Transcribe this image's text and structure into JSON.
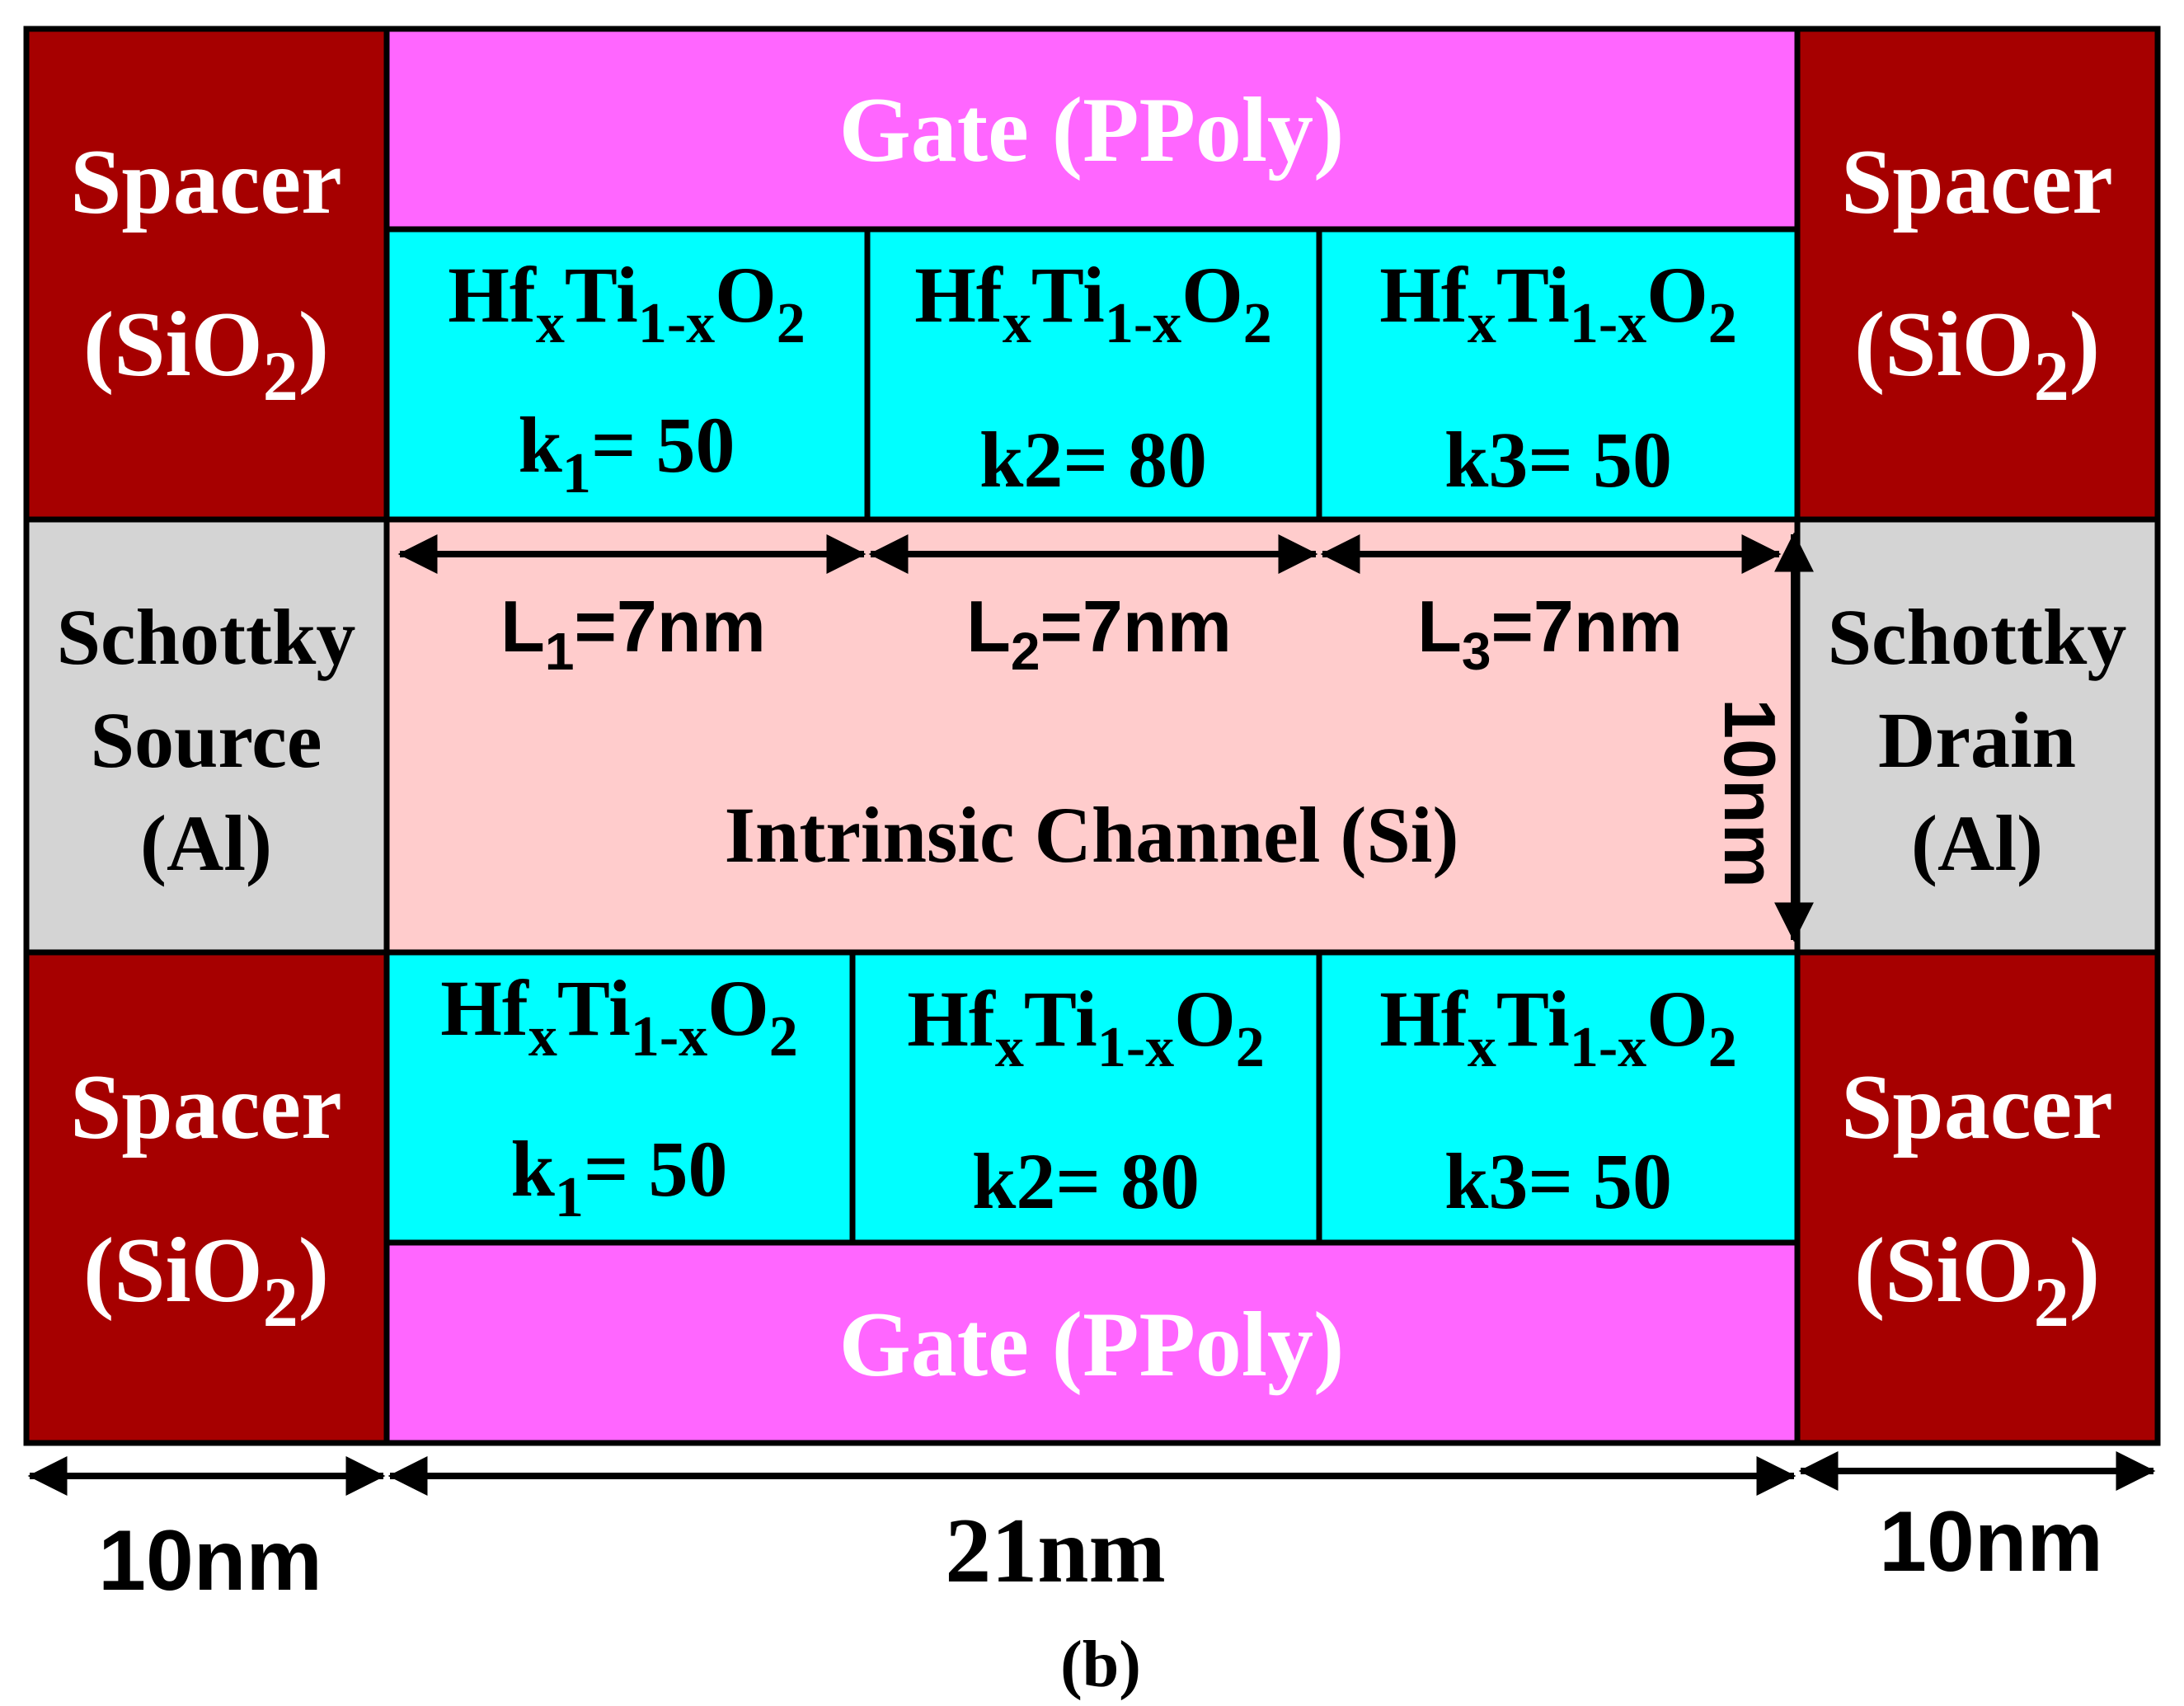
{
  "colors": {
    "spacer": "#a60000",
    "gate": "#ff66ff",
    "dielectric": "#00ffff",
    "channel": "#ffcccc",
    "contact": "#d4d4d4",
    "outline": "#000000",
    "light_text": "#ffffff",
    "dark_text": "#000000"
  },
  "spacers": [
    {
      "line1": "Spacer",
      "line2": "(SiO",
      "sub": "2",
      "close": ")"
    },
    {
      "line1": "Spacer",
      "line2": "(SiO",
      "sub": "2",
      "close": ")"
    },
    {
      "line1": "Spacer",
      "line2": "(SiO",
      "sub": "2",
      "close": ")"
    },
    {
      "line1": "Spacer",
      "line2": "(SiO",
      "sub": "2",
      "close": ")"
    }
  ],
  "gates": {
    "top": "Gate (PPoly)",
    "bottom": "Gate (PPoly)"
  },
  "dielectric": {
    "material": {
      "a": "Hf",
      "a_sub": "x",
      "b": "Ti",
      "b_sub": "1-x",
      "c": "O",
      "c_sub": "2"
    },
    "top": [
      {
        "k_main": "k",
        "k_sub": "1",
        "k_rest": "= 50"
      },
      {
        "k_main": "k2= 80",
        "k_sub": "",
        "k_rest": ""
      },
      {
        "k_main": "k3= 50",
        "k_sub": "",
        "k_rest": ""
      }
    ],
    "bottom": [
      {
        "k_main": "k",
        "k_sub": "1",
        "k_rest": "= 50"
      },
      {
        "k_main": "k2= 80",
        "k_sub": "",
        "k_rest": ""
      },
      {
        "k_main": "k3= 50",
        "k_sub": "",
        "k_rest": ""
      }
    ]
  },
  "source": {
    "line1": "Schottky",
    "line2": "Source",
    "line3": "(Al)"
  },
  "drain": {
    "line1": "Schottky",
    "line2": "Drain",
    "line3": "(Al)"
  },
  "channel": {
    "label": "Intrinsic Channel (Si)",
    "segments": [
      {
        "main": "L",
        "sub": "1",
        "rest": "=7nm"
      },
      {
        "main": "L",
        "sub": "2",
        "rest": "=7nm"
      },
      {
        "main": "L",
        "sub": "3",
        "rest": "=7nm"
      }
    ],
    "thickness": "10nm"
  },
  "dimensions": {
    "left": "10nm",
    "middle": "21nm",
    "right": "10nm"
  },
  "caption": "(b)"
}
